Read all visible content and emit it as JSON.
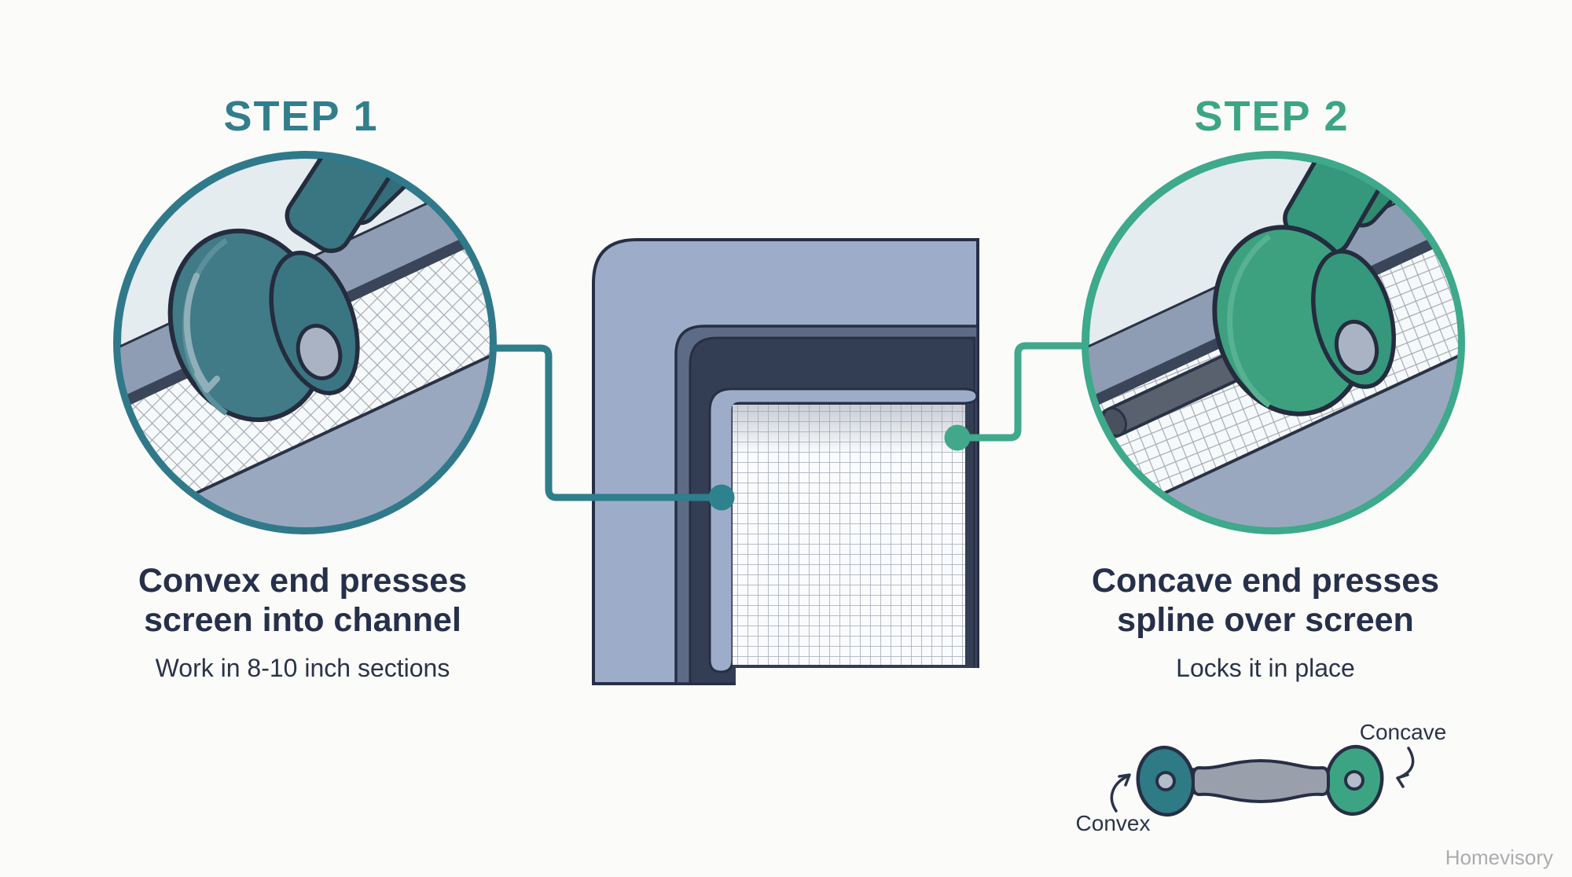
{
  "step1": {
    "title": "STEP 1",
    "caption_line1": "Convex end presses",
    "caption_line2": "screen into channel",
    "subcaption": "Work in 8-10 inch sections"
  },
  "step2": {
    "title": "STEP 2",
    "caption_line1": "Concave end presses",
    "caption_line2": "spline over screen",
    "subcaption": "Locks it in place"
  },
  "tool_legend": {
    "convex_label": "Convex",
    "concave_label": "Concave"
  },
  "watermark": "Homevisory",
  "icons": {
    "step1_illustration": "convex-roller-pressing-screen-icon",
    "step2_illustration": "concave-roller-pressing-spline-icon",
    "center_illustration": "screen-frame-corner-cross-section-icon",
    "legend_illustration": "spline-roller-tool-icon"
  },
  "colors": {
    "teal": "#337e8c",
    "green": "#3ca584",
    "heading_navy": "#27304a",
    "body_navy": "#2a3348",
    "watermark": "#abacae",
    "frame_blue": "#9dadc9",
    "frame_medium": "#5d6b86",
    "frame_navy": "#333e55",
    "outline_navy": "#272f45",
    "mesh_line": "#aeb3be",
    "connector_teal": "#2e7e8b",
    "connector_green": "#42a88b",
    "circle_bg": "#e4ecf0",
    "rail_gray": "#8e9db4",
    "wheel_teal": "#407b87",
    "wheel_green": "#3da180",
    "spline_cord_gray": "#59616f",
    "tool_handle_gray": "#9aa0ab",
    "tool_arm_gray": "#a9b2c4"
  }
}
